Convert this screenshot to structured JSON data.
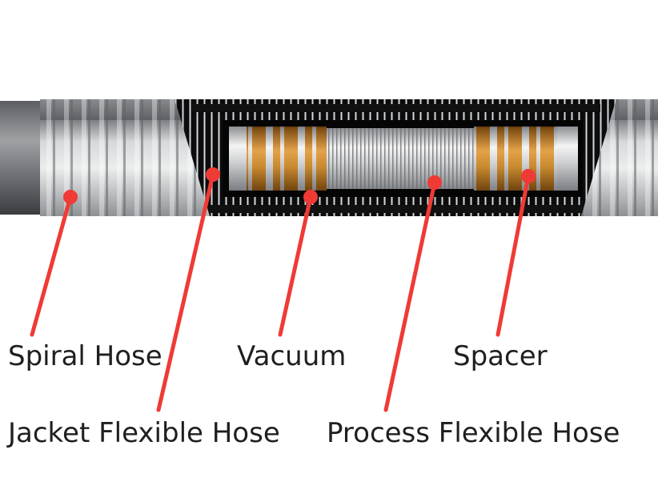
{
  "labels": {
    "spiral_hose": "Spiral Hose",
    "vacuum": "Vacuum",
    "spacer": "Spacer",
    "jacket_flexible_hose": "Jacket Flexible Hose",
    "process_flexible_hose": "Process Flexible Hose"
  },
  "colors": {
    "callout": "#f03a35",
    "label_text": "#1f1f1f",
    "spacer_copper": "#c9892e",
    "jacket_dark": "#111111",
    "steel": "#b9bcbf"
  },
  "components": [
    "spiral-hose",
    "jacket-flexible-hose",
    "vacuum",
    "process-flexible-hose",
    "spacer"
  ]
}
